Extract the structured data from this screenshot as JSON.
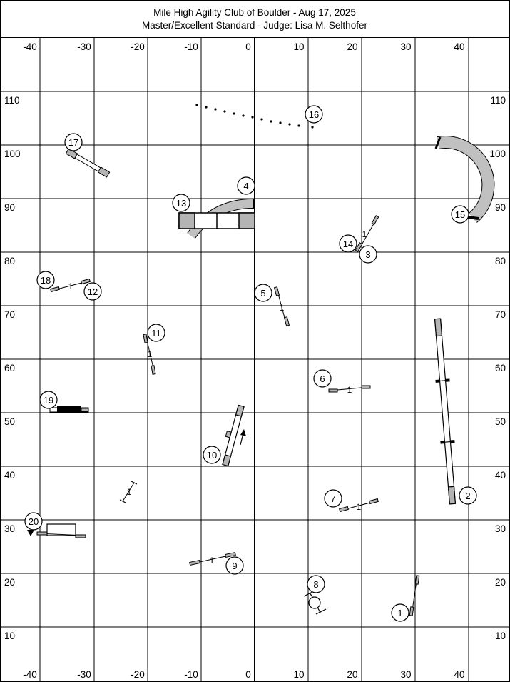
{
  "title": {
    "line1": "Mile High Agility Club of Boulder - Aug 17, 2025",
    "line2": "Master/Excellent Standard - Judge: Lisa M. Selthofer"
  },
  "axes": {
    "x_ticks": [
      "-40",
      "-30",
      "-20",
      "-10",
      "0",
      "10",
      "20",
      "30",
      "40"
    ],
    "y_ticks": [
      "110",
      "100",
      "90",
      "80",
      "70",
      "60",
      "50",
      "40",
      "30",
      "20",
      "10"
    ]
  },
  "obstacle_numbers": {
    "n1": "1",
    "n2": "2",
    "n3": "3",
    "n4": "4",
    "n5": "5",
    "n6": "6",
    "n7": "7",
    "n8": "8",
    "n9": "9",
    "n10": "10",
    "n11": "11",
    "n12": "12",
    "n13": "13",
    "n14": "14",
    "n15": "15",
    "n16": "16",
    "n17": "17",
    "n18": "18",
    "n19": "19",
    "n20": "20"
  },
  "jump_height_label": "1",
  "colors": {
    "line": "#000000",
    "tunnel_fill": "#c0c0c0",
    "contact_fill": "#b4b4b4",
    "background": "#ffffff"
  }
}
